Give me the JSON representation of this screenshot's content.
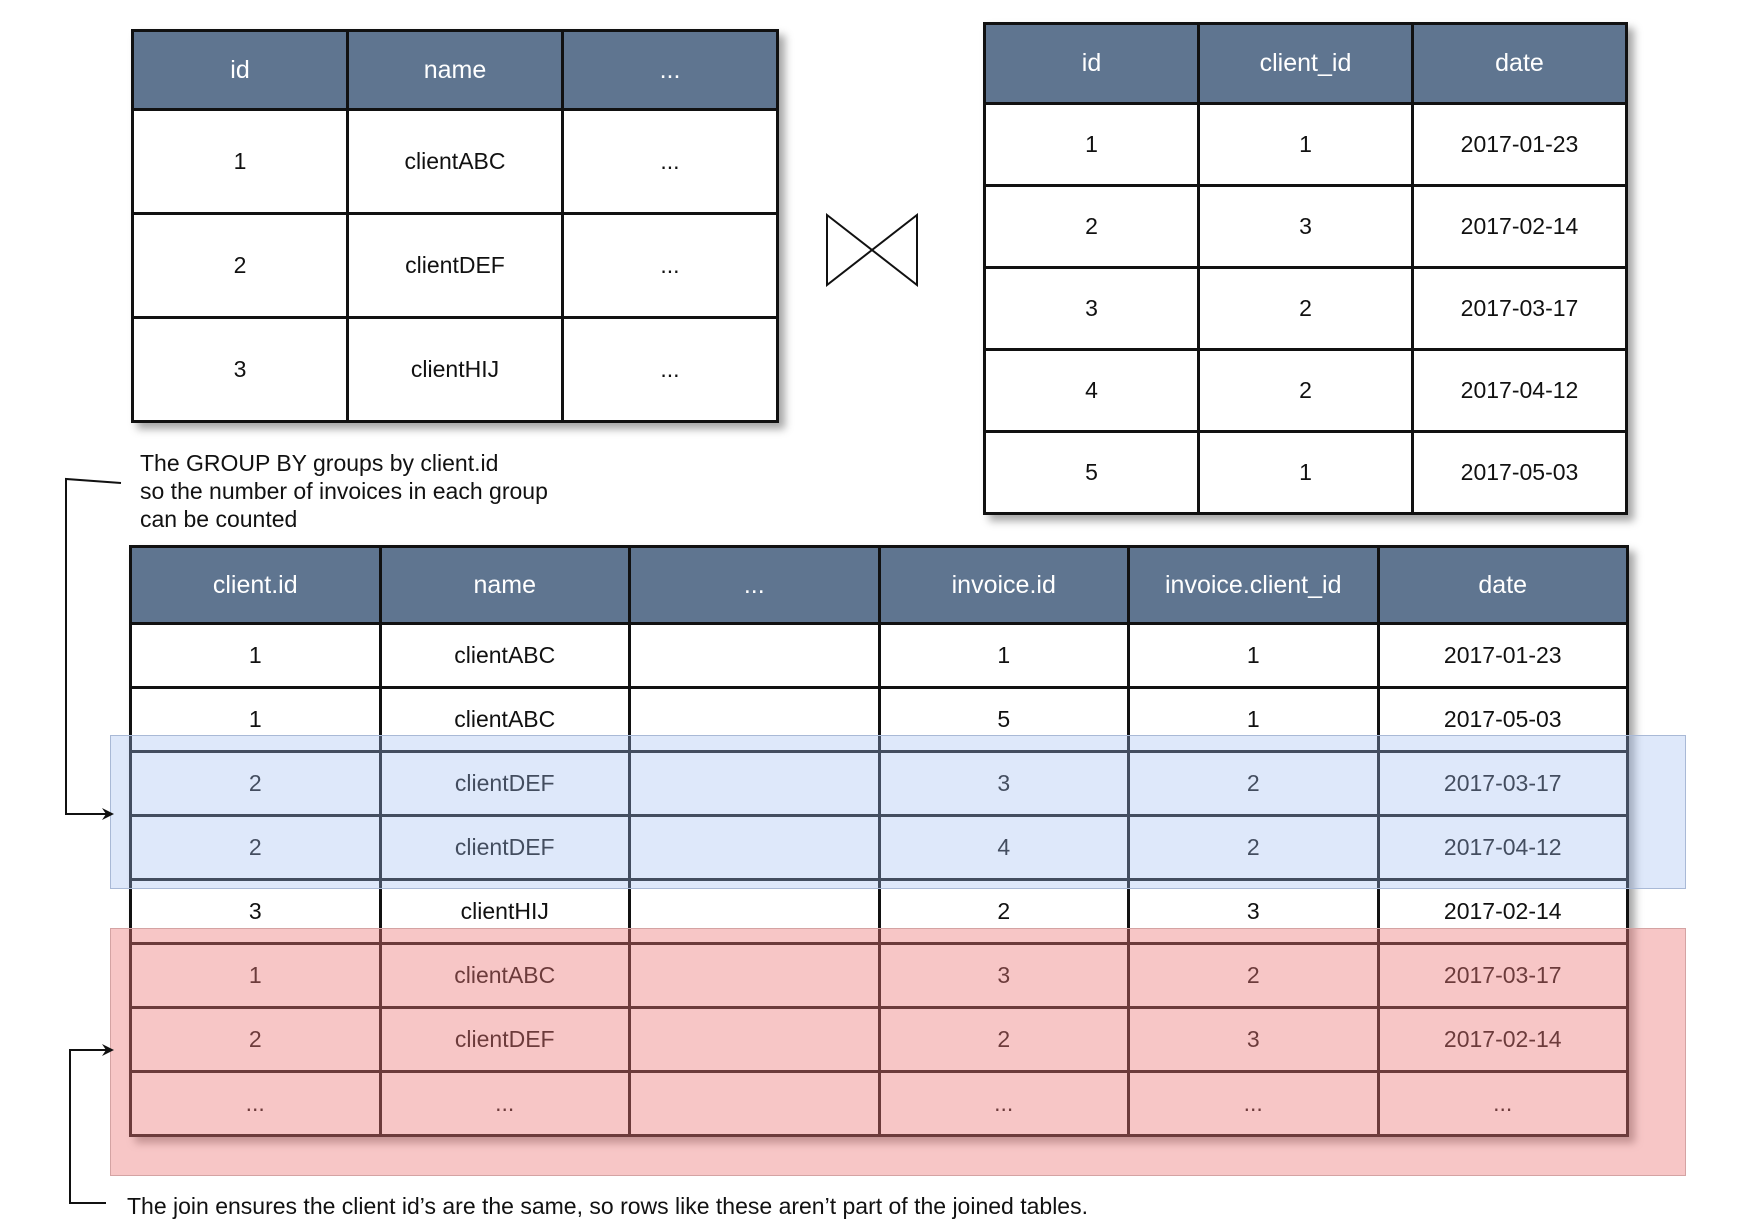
{
  "clients_table": {
    "headers": [
      "id",
      "name",
      "..."
    ],
    "rows": [
      [
        "1",
        "clientABC",
        "..."
      ],
      [
        "2",
        "clientDEF",
        "..."
      ],
      [
        "3",
        "clientHIJ",
        "..."
      ]
    ]
  },
  "invoices_table": {
    "headers": [
      "id",
      "client_id",
      "date"
    ],
    "rows": [
      [
        "1",
        "1",
        "2017-01-23"
      ],
      [
        "2",
        "3",
        "2017-02-14"
      ],
      [
        "3",
        "2",
        "2017-03-17"
      ],
      [
        "4",
        "2",
        "2017-04-12"
      ],
      [
        "5",
        "1",
        "2017-05-03"
      ]
    ]
  },
  "join_symbol": "bowtie-join-icon",
  "joined_table": {
    "headers": [
      "client.id",
      "name",
      "...",
      "invoice.id",
      "invoice.client_id",
      "date"
    ],
    "rows": [
      [
        "1",
        "clientABC",
        "",
        "1",
        "1",
        "2017-01-23"
      ],
      [
        "1",
        "clientABC",
        "",
        "5",
        "1",
        "2017-05-03"
      ],
      [
        "2",
        "clientDEF",
        "",
        "3",
        "2",
        "2017-03-17"
      ],
      [
        "2",
        "clientDEF",
        "",
        "4",
        "2",
        "2017-04-12"
      ],
      [
        "3",
        "clientHIJ",
        "",
        "2",
        "3",
        "2017-02-14"
      ],
      [
        "1",
        "clientABC",
        "",
        "3",
        "2",
        "2017-03-17"
      ],
      [
        "2",
        "clientDEF",
        "",
        "2",
        "3",
        "2017-02-14"
      ],
      [
        "...",
        "...",
        "",
        "...",
        "...",
        "..."
      ]
    ]
  },
  "annotations": {
    "group_by_note": "The GROUP BY groups by client.id\nso the number of invoices in each group\ncan be counted",
    "join_note": "The join ensures the client id’s are the same, so rows like these aren’t part of the joined tables."
  },
  "colors": {
    "header_bg": "#5f7590",
    "group_highlight": "#a0bef0",
    "excluded_highlight": "#eb7878"
  }
}
